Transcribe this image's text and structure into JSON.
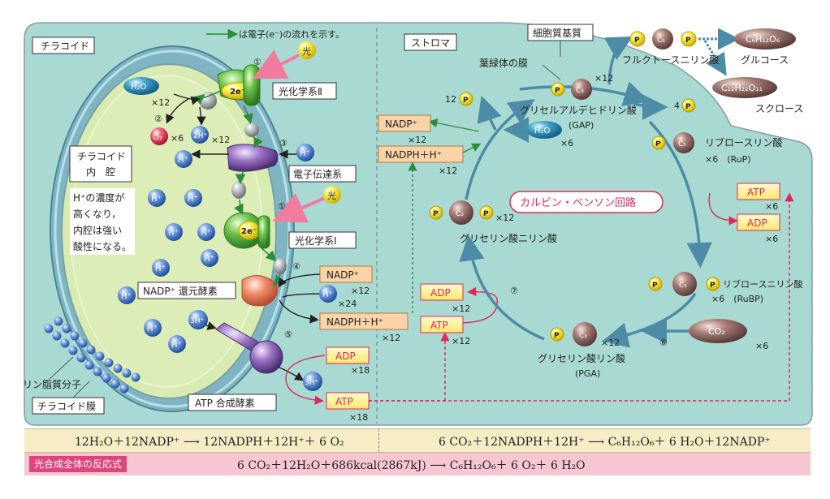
{
  "labels": {
    "thylakoid": "チラコイド",
    "lumen_line1": "チラコイド",
    "lumen_line2": "内　腔",
    "electron_legend": "は電子(e⁻)の流れを示す。",
    "light1": "光",
    "light2": "光",
    "n1a": "①",
    "n1b": "①",
    "n2": "②",
    "n3": "③",
    "n4": "④",
    "n5": "⑤",
    "n6": "⑥",
    "n7": "⑦",
    "ps2": "光化学系Ⅱ",
    "ps1": "光化学系Ⅰ",
    "e2": "2e⁻",
    "e1": "2e⁻",
    "h2o_left": "H₂O",
    "x12_h2o": "×12",
    "o2": "O₂",
    "x6_o2": "×6",
    "twoH": "2H⁺",
    "x12_2h": "×12",
    "h_plus": "H⁺",
    "etc": "電子伝達系",
    "lumen_note_1": "H⁺の濃度が",
    "lumen_note_2": "高くなり，",
    "lumen_note_3": "内腔は強い",
    "lumen_note_4": "酸性になる。",
    "three_h": "3H⁺",
    "nadp_reductase": "NADP⁺ 還元酵素",
    "atp_synthase": "ATP 合成酵素",
    "phospholipid": "リン脂質分子",
    "thylakoid_membrane": "チラコイド膜",
    "nadp_center": "NADP⁺",
    "x12_nadp": "×12",
    "h_plus_24": "×24",
    "nadph_center": "NADPH＋H⁺",
    "x12_nadph": "×12",
    "adp_low": "ADP",
    "x18_adp": "×18",
    "atp_low": "ATP",
    "x18_atp": "×18",
    "stroma": "ストロマ",
    "cytoplasm": "細胞質基質",
    "chloroplast_membrane": "葉緑体の膜",
    "fructose_bp": "フルクトースニリン酸",
    "glucose": "グルコース",
    "sucrose": "スクロース",
    "glucose_formula": "C₆H₁₂O₆",
    "sucrose_formula": "C₁₂H₂₂O₁₁",
    "c6": "C₆",
    "p": "P",
    "c3": "C₃",
    "c5": "C₅",
    "nadp_stroma": "NADP⁺",
    "x12_nadp_s": "×12",
    "nadph_stroma": "NADPH＋H⁺",
    "x12_nadph_s": "×12",
    "twelve_p": "12",
    "four_p": "4",
    "x12_gap": "×12",
    "gap": "グリセルアルデヒドリン酸",
    "gap_abbr": "(GAP)",
    "h2o_s": "H₂O",
    "x6_h2o": "×6",
    "rup": "リブロースリン酸",
    "rup_count": "×6　(RuP)",
    "calvin": "カルビン・ベンソン回路",
    "atp_right": "ATP",
    "x6_atp": "×6",
    "adp_right": "ADP",
    "x6_adp": "×6",
    "x12_bpga": "×12",
    "bpga": "グリセリン酸ニリン酸",
    "adp_mid": "ADP",
    "x12_adp_mid": "×12",
    "atp_mid": "ATP",
    "x12_atp_mid": "×12",
    "rubp": "リブロースニリン酸",
    "rubp_count": "×6　(RuBP)",
    "co2": "CO₂",
    "x6_co2": "×6",
    "x12_pga": "×12",
    "pga": "グリセリン酸リン酸",
    "pga_abbr": "(PGA)"
  },
  "equations": {
    "light_reaction": "12H₂O＋12NADP⁺ ⟶ 12NADPH＋12H⁺＋ 6 O₂",
    "calvin_reaction": "6 CO₂＋12NADPH＋12H⁺ ⟶ C₆H₁₂O₆＋ 6 H₂O＋12NADP⁺",
    "total_label": "光合成全体の反応式",
    "total_reaction": "6 CO₂＋12H₂O＋686kcal(2867kJ) ⟶ C₆H₁₂O₆＋ 6 O₂＋ 6 H₂O"
  },
  "colors": {
    "stroma_fill": "#a9d9d3",
    "membrane_teal": "#7fb5c2",
    "lumen_fill": "#d8ebb0",
    "electron_flow": "#2e8b3d",
    "calvin_arrow": "#4d8ca6",
    "atp_box": "#fff2a0",
    "adp_box": "#fff2a0",
    "nadp_box": "#fbd3a8",
    "red_arrow": "#e0285a",
    "phosphate": "#ffe500"
  }
}
